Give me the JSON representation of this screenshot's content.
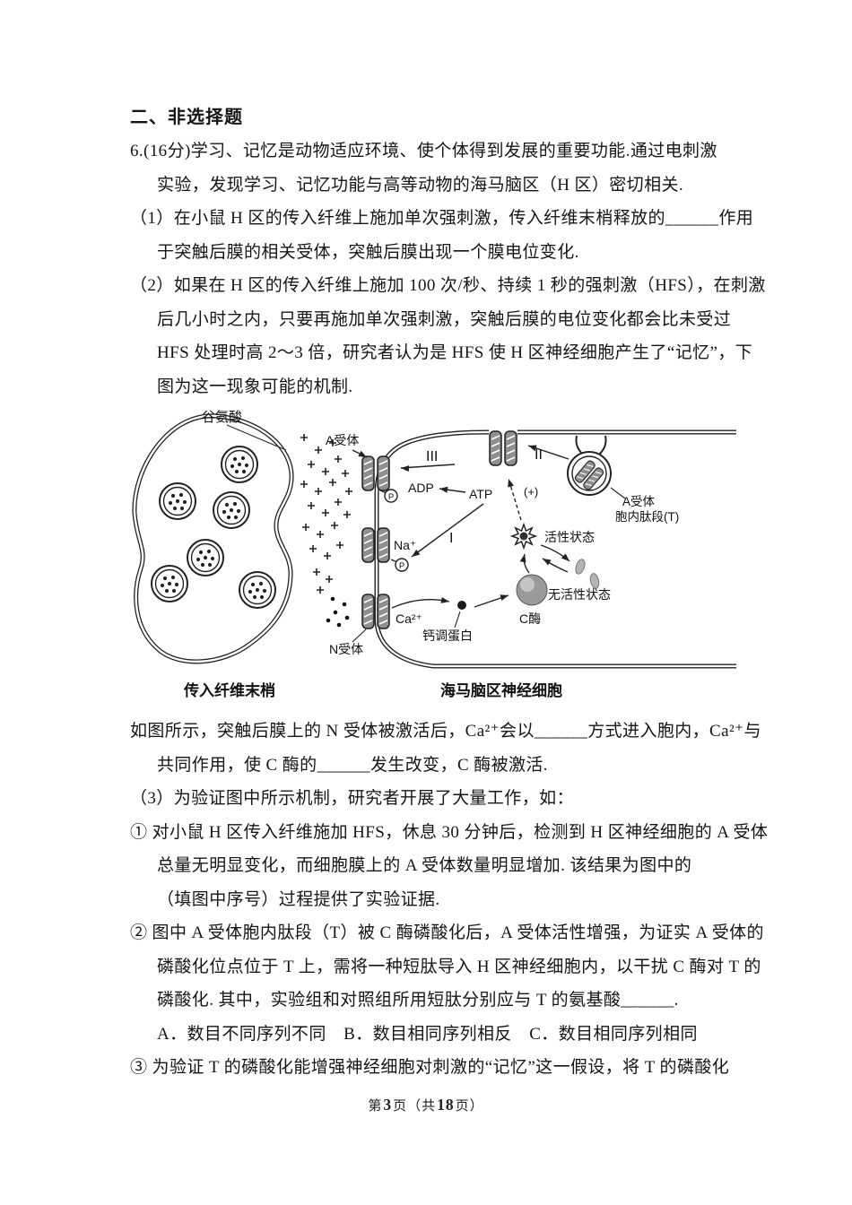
{
  "page": {
    "section_title": "二、非选择题",
    "footer": {
      "p1": "第",
      "page": "3",
      "p2": "页（共",
      "total": "18",
      "p3": "页）"
    }
  },
  "question": {
    "intro": [
      "6.(16分)学习、记忆是动物适应环境、使个体得到发展的重要功能.通过电刺激",
      "实验，发现学习、记忆功能与高等动物的海马脑区（H 区）密切相关."
    ],
    "q1": [
      "（1）在小鼠 H 区的传入纤维上施加单次强刺激，传入纤维末梢释放的______作用",
      "于突触后膜的相关受体，突触后膜出现一个膜电位变化."
    ],
    "q2": [
      "（2）如果在 H 区的传入纤维上施加 100 次/秒、持续 1 秒的强刺激（HFS），在刺激",
      "后几小时之内，只要再施加单次强刺激，突触后膜的电位变化都会比未受过",
      "HFS 处理时高 2～3 倍，研究者认为是 HFS 使 H 区神经细胞产生了“记忆”，下",
      "图为这一现象可能的机制."
    ],
    "fill": [
      "如图所示，突触后膜上的 N 受体被激活后，Ca²⁺会以______方式进入胞内，Ca²⁺与",
      "共同作用，使 C 酶的______发生改变，C 酶被激活."
    ],
    "q3": [
      "（3）为验证图中所示机制，研究者开展了大量工作，如："
    ],
    "sub1": [
      "① 对小鼠 H 区传入纤维施加 HFS，休息 30 分钟后，检测到 H 区神经细胞的 A 受体",
      "总量无明显变化，而细胞膜上的 A 受体数量明显增加. 该结果为图中的",
      "（填图中序号）过程提供了实验证据."
    ],
    "sub2": [
      "② 图中 A 受体胞内肽段（T）被 C 酶磷酸化后，A 受体活性增强，为证实 A 受体的",
      "磷酸化位点位于 T 上，需将一种短肽导入 H 区神经细胞内，以干扰 C 酶对 T 的",
      "磷酸化. 其中，实验组和对照组所用短肽分别应与 T 的氨基酸______."
    ],
    "options": [
      "A．数目不同序列不同　B．数目相同序列相反　C．数目相同序列相同"
    ],
    "sub3": [
      "③ 为验证 T 的磷酸化能增强神经细胞对刺激的“记忆”这一假设，将 T 的磷酸化"
    ]
  },
  "diagram": {
    "glutamate": "谷氨酸",
    "a_receptor": "A受体",
    "step3": "III",
    "step2": "II",
    "step1": "I",
    "adp": "ADP",
    "atp": "ATP",
    "plus_sign": "(+)",
    "a_receptor_tail_1": "A受体",
    "a_receptor_tail_2": "胞内肽段(T)",
    "na": "Na⁺",
    "active_state": "活性状态",
    "inactive_state": "无活性状态",
    "c_enzyme": "C酶",
    "ca": "Ca²⁺",
    "calmodulin": "钙调蛋白",
    "n_receptor": "N受体",
    "p_label": "P",
    "presynaptic_label": "传入纤维末梢",
    "postsynaptic_label": "海马脑区神经细胞"
  }
}
